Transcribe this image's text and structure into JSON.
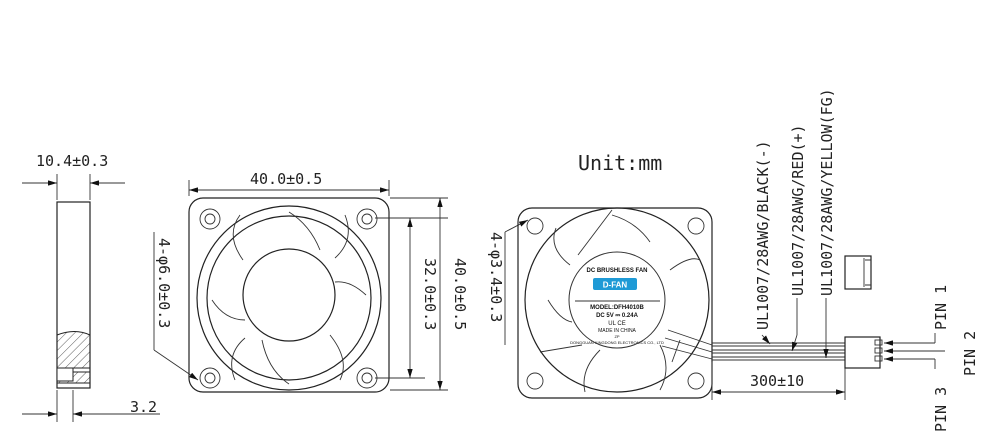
{
  "unit_label": "Unit:mm",
  "side_view": {
    "width_dim": "10.4±0.3",
    "offset_dim": "3.2"
  },
  "front_view": {
    "width_dim": "40.0±0.5",
    "hole_spacing_dim": "32.0±0.3",
    "height_dim": "40.0±0.5",
    "hub_dim": "4-φ6.0±0.3"
  },
  "rear_view": {
    "hole_dim": "4-φ3.4±0.3",
    "sticker": {
      "arc_top": "DC BRUSHLESS FAN",
      "brand": "D-FAN",
      "model": "MODEL:DFH4010B",
      "rating": "DC   5V  ⎓  0.24A",
      "cert": "UL  CE",
      "made_in": "MADE IN CHINA",
      "code": "ZP",
      "arc_bottom": "DONGGUAN XINGDONG ELECTRONICS CO., LTD"
    },
    "brand_color": "#1e9ad6"
  },
  "wires": {
    "black": "UL1007/28AWG/BLACK(-)",
    "red": "UL1007/28AWG/RED(+)",
    "yellow": "UL1007/28AWG/YELLOW(FG)",
    "length_dim": "300±10"
  },
  "pins": {
    "pin1": "PIN 1",
    "pin2": "PIN 2",
    "pin3": "PIN 3"
  }
}
